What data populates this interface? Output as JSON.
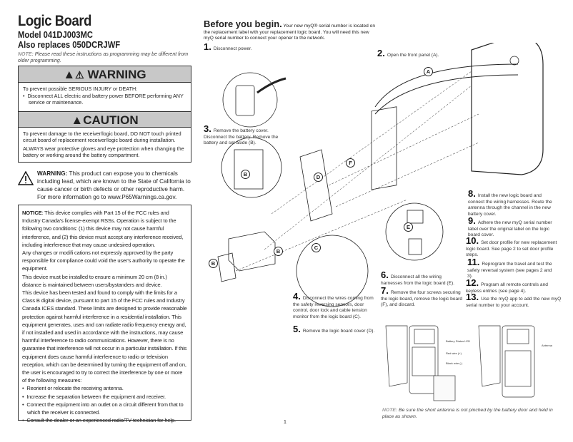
{
  "header": {
    "title": "Logic Board",
    "model": "Model 041DJ003MC",
    "replaces": "Also replaces 050DCRJWF",
    "note_label": "NOTE:",
    "note_text": "Please read these instructions as programming may be different from older programming."
  },
  "warning": {
    "heading": "WARNING",
    "line1": "To prevent possible SERIOUS INJURY or DEATH:",
    "bullet": "Disconnect ALL electric and battery power BEFORE performing ANY service or maintenance.",
    "icons": [
      "warning-triangle-icon",
      "electric-shock-icon"
    ]
  },
  "caution": {
    "heading": "CAUTION",
    "p1": "To prevent damage to the receiver/logic board, DO NOT touch printed circuit board of replacement receiver/logic board during installation.",
    "p2": "ALWAYS wear protective gloves and eye protection when changing the battery or working around the battery compartment."
  },
  "prop65": {
    "label": "WARNING:",
    "text": "This product can expose you to chemicals including lead, which are known to the State of California to cause cancer or birth defects or other reproductive harm. For more information go to www.P65Warnings.ca.gov."
  },
  "notice": {
    "label": "NOTICE",
    "p1": ": This device complies with Part 15 of the FCC rules and Industry Canada's license-exempt RSSs. Operation is subject to the following two conditions: (1) this device may not cause harmful interference, and (2) this device must accept any interference received, including interference that may cause undesired operation.",
    "p2": "Any changes or modifi cations not expressly approved by the party responsible for compliance could void the user's authority to operate the equipment.",
    "p3": "This device must be installed to ensure a minimum 20 cm (8 in.) distance is maintained between users/bystanders and device.",
    "p4": "This device has been tested and found to comply with the limits for a Class B digital device, pursuant to part 15 of the FCC rules and Industry Canada ICES standard. These limits are designed to provide reasonable protection against harmful interference in a residential installation. This equipment generates, uses and can radiate radio frequency energy and, if not installed and used in accordance with the instructions, may cause harmful interference to radio communications. However, there is no guarantee that interference will not occur in a particular installation. If this equipment does cause harmful interference to radio or television reception, which can be determined by turning the equipment off and on, the user is encouraged to try to correct the interference by one or more of the following measures:",
    "bullets": [
      "Reorient or relocate the receiving antenna.",
      "Increase the separation between the equipment and receiver.",
      "Connect the equipment into an outlet on a circuit different from that to which the receiver is connected.",
      "Consult the dealer or an experienced radio/TV technician for help."
    ]
  },
  "intro": {
    "heading": "Before you begin.",
    "text": "Your new myQ® serial number is located on the replacement label with your replacement logic board. You will need this new myQ serial number to connect your opener to the network."
  },
  "steps": [
    {
      "n": "1.",
      "text": "Disconnect power."
    },
    {
      "n": "2.",
      "text": "Open the front panel (A)."
    },
    {
      "n": "3.",
      "text": "Remove the battery cover. Disconnect the battery. Remove the battery and set aside (B)."
    },
    {
      "n": "4.",
      "text": "Disconnect the wires coming from the safety reversing sensors, door control, door lock and cable tension monitor from the logic board (C)."
    },
    {
      "n": "5.",
      "text": "Remove the logic board cover (D)."
    },
    {
      "n": "6.",
      "text": "Disconnect all the wiring harnesses from the logic board (E)."
    },
    {
      "n": "7.",
      "text": "Remove the four screws securing the logic board, remove the logic board (F), and discard."
    },
    {
      "n": "8.",
      "text": "Install the new logic board and connect the wiring harnesses. Route the antenna through the channel in the new battery cover."
    },
    {
      "n": "9.",
      "text": "Adhere the new myQ serial number label over the original label on the logic board cover."
    },
    {
      "n": "10.",
      "text": "Set door profile for new replacement logic board. See page 2 to set door profile steps."
    },
    {
      "n": "11.",
      "text": "Reprogram the travel and test the safety reversal system (see pages 2 and 3)."
    },
    {
      "n": "12.",
      "text": "Program all remote controls and keyless entries (see page 4)."
    },
    {
      "n": "13.",
      "text": "Use the myQ app to add the new myQ serial number to your account."
    }
  ],
  "callouts": {
    "a": "A",
    "b": "B",
    "c": "C",
    "d": "D",
    "e": "E",
    "f": "F"
  },
  "bottom": {
    "battery_led": "Battery Status LED",
    "red_wire": "Red wire (+)",
    "black_wire": "Black wire (-)",
    "antenna": "Antenna",
    "note_label": "NOTE:",
    "note_text": "Be sure the short antenna is not pinched by the battery door and held in place as shown."
  },
  "page_number": "1"
}
